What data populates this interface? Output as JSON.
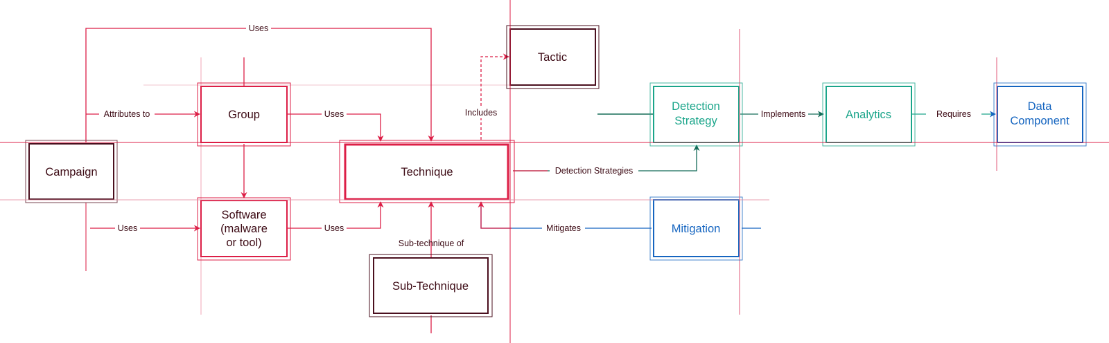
{
  "title": "ATT&CK data model relationships",
  "colors": {
    "red": "#dc1e46",
    "dark": "#4a0f1e",
    "teal": "#1aa58a",
    "teal_dark": "#136b57",
    "blue": "#1565c0",
    "guide": "#e05a78"
  },
  "nodes": {
    "campaign": {
      "label": "Campaign"
    },
    "group": {
      "label": "Group"
    },
    "software": {
      "line1": "Software",
      "line2": "(malware",
      "line3": "or tool)"
    },
    "technique": {
      "label": "Technique"
    },
    "tactic": {
      "label": "Tactic"
    },
    "sub_technique": {
      "label": "Sub-Technique"
    },
    "detection_strategy": {
      "line1": "Detection",
      "line2": "Strategy"
    },
    "analytics": {
      "label": "Analytics"
    },
    "data_component": {
      "line1": "Data",
      "line2": "Component"
    },
    "mitigation": {
      "label": "Mitigation"
    }
  },
  "edges": {
    "campaign_uses_technique": "Uses",
    "campaign_attributes_group": "Attributes to",
    "campaign_uses_software": "Uses",
    "group_uses_technique": "Uses",
    "software_uses_technique": "Uses",
    "technique_includes_tactic": "Includes",
    "subtechnique_of_technique": "Sub-technique of",
    "technique_detection_strategies": "Detection Strategies",
    "detection_implements_analytics": "Implements",
    "analytics_requires_data_component": "Requires",
    "mitigation_mitigates_technique": "Mitigates"
  }
}
